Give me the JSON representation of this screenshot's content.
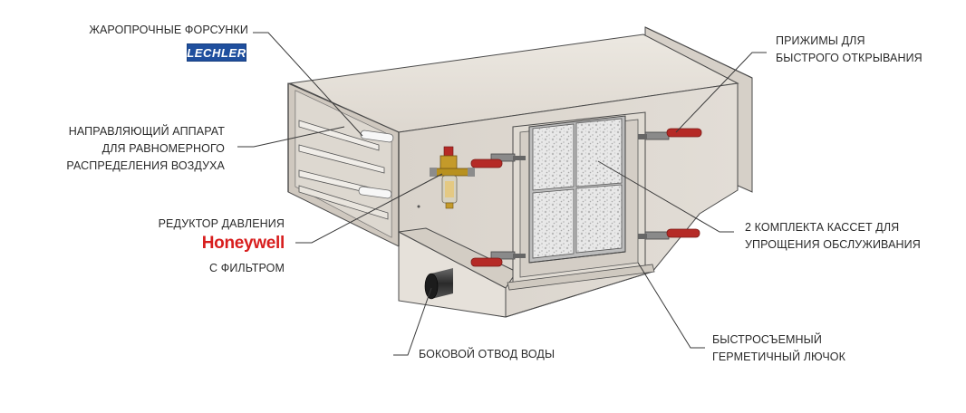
{
  "callouts": {
    "nozzles": {
      "text": "ЖАРОПРОЧНЫЕ ФОРСУНКИ",
      "brand": "LECHLER"
    },
    "guide": {
      "lines": [
        "НАПРАВЛЯЮЩИЙ АППАРАТ",
        "ДЛЯ РАВНОМЕРНОГО",
        "РАСПРЕДЕЛЕНИЯ ВОЗДУХА"
      ]
    },
    "reducer": {
      "top": "РЕДУКТОР ДАВЛЕНИЯ",
      "brand": "Honeywell",
      "bottom": "С ФИЛЬТРОМ"
    },
    "drain": {
      "text": "БОКОВОЙ ОТВОД ВОДЫ"
    },
    "clamps": {
      "lines": [
        "ПРИЖИМЫ ДЛЯ",
        "БЫСТРОГО ОТКРЫВАНИЯ"
      ]
    },
    "cassettes": {
      "lines": [
        "2 КОМПЛЕКТА КАССЕТ ДЛЯ",
        "УПРОЩЕНИЯ ОБСЛУЖИВАНИЯ"
      ]
    },
    "hatch": {
      "lines": [
        "БЫСТРОСЪЕМНЫЙ",
        "ГЕРМЕТИЧНЫЙ ЛЮЧОК"
      ]
    }
  },
  "colors": {
    "body": "#ddd7cf",
    "body_dark": "#cfc8bf",
    "body_light": "#e9e4dd",
    "outline": "#4a4a4a",
    "leader": "#3a3a3a",
    "accent_red": "#b52a26",
    "brass": "#c49a2a",
    "honeywell": "#d81e1e",
    "lechler": "#1f4f9e"
  }
}
